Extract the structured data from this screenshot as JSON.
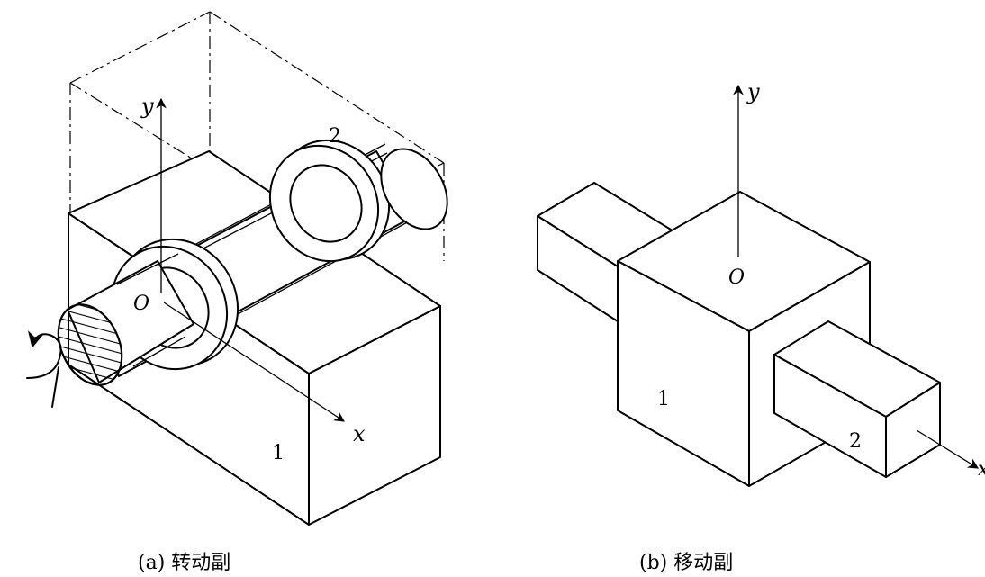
{
  "diagram_a": {
    "axis_y": "y",
    "axis_x": "x",
    "origin": "O",
    "part_1": "1",
    "part_2": "2",
    "caption": "(a) 转动副"
  },
  "diagram_b": {
    "axis_y": "y",
    "axis_x": "x",
    "origin": "O",
    "part_1": "1",
    "part_2": "2",
    "caption": "(b) 移动副"
  }
}
